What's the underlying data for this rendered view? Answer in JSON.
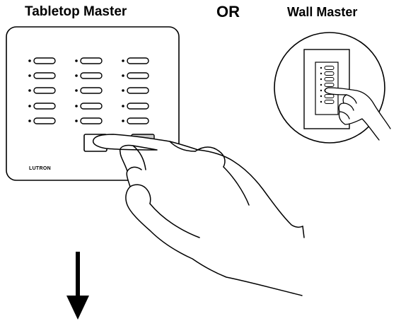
{
  "labels": {
    "tabletop": "Tabletop Master",
    "or": "OR",
    "wall": "Wall Master",
    "brand": "LUTRON"
  },
  "icons": {
    "tabletop_device": "tabletop-keypad-icon",
    "wall_device": "wall-keypad-icon",
    "hand": "pointing-hand-icon",
    "arrow": "down-arrow-icon"
  }
}
